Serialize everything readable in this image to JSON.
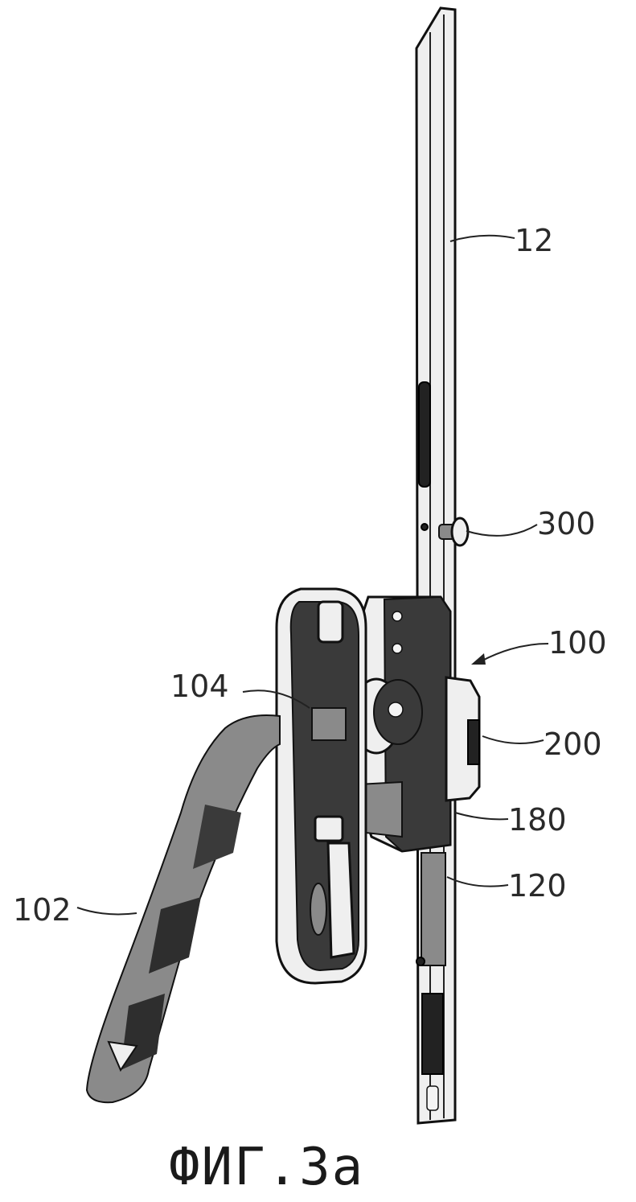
{
  "figure": {
    "caption": "ФИГ.3а",
    "labels": {
      "rod": "12",
      "stud": "300",
      "assembly": "100",
      "handle_base": "104",
      "cover": "200",
      "housing": "180",
      "bar": "120",
      "handle": "102"
    }
  },
  "colors": {
    "ink": "#222222",
    "background": "#ffffff"
  }
}
